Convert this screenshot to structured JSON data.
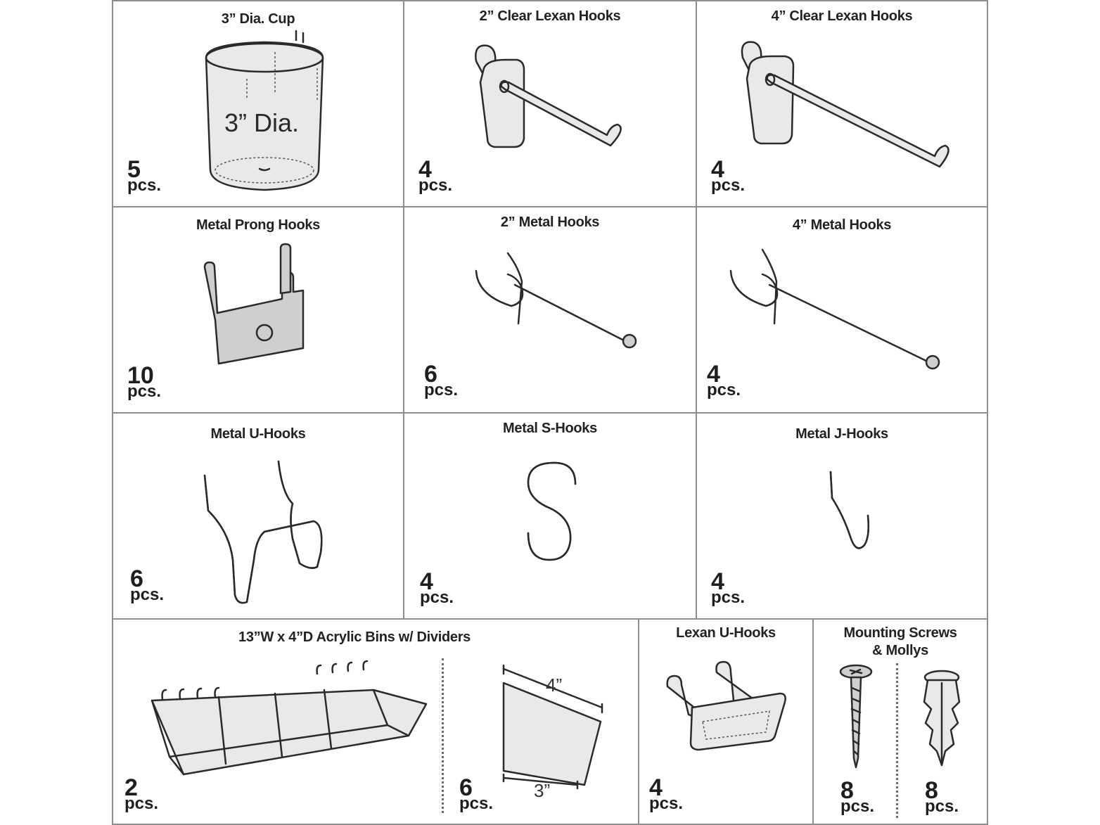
{
  "items": {
    "cup": {
      "title": "3” Dia. Cup",
      "qty": "5",
      "unit": "pcs.",
      "label": "3” Dia."
    },
    "lexan2": {
      "title": "2” Clear Lexan Hooks",
      "qty": "4",
      "unit": "pcs."
    },
    "lexan4": {
      "title": "4” Clear Lexan Hooks",
      "qty": "4",
      "unit": "pcs."
    },
    "prong": {
      "title": "Metal Prong Hooks",
      "qty": "10",
      "unit": "pcs."
    },
    "metal2": {
      "title": "2” Metal Hooks",
      "qty": "6",
      "unit": "pcs."
    },
    "metal4": {
      "title": "4” Metal Hooks",
      "qty": "4",
      "unit": "pcs."
    },
    "uhook": {
      "title": "Metal U-Hooks",
      "qty": "6",
      "unit": "pcs."
    },
    "shook": {
      "title": "Metal S-Hooks",
      "qty": "4",
      "unit": "pcs."
    },
    "jhook": {
      "title": "Metal J-Hooks",
      "qty": "4",
      "unit": "pcs."
    },
    "bins": {
      "title": "13”W x 4”D Acrylic Bins w/ Dividers",
      "qty": "2",
      "unit": "pcs.",
      "divider_qty": "6",
      "divider_unit": "pcs.",
      "dim_top": "4”",
      "dim_bottom": "3”"
    },
    "lexanu": {
      "title": "Lexan U-Hooks",
      "qty": "4",
      "unit": "pcs."
    },
    "screws": {
      "title_line1": "Mounting Screws",
      "title_line2": "& Mollys",
      "screw_qty": "8",
      "screw_unit": "pcs.",
      "molly_qty": "8",
      "molly_unit": "pcs."
    }
  },
  "colors": {
    "border": "#8d8d8d",
    "ink": "#2a2a2a",
    "metal": "#cfcfcf",
    "clear": "#e9e9e9"
  }
}
